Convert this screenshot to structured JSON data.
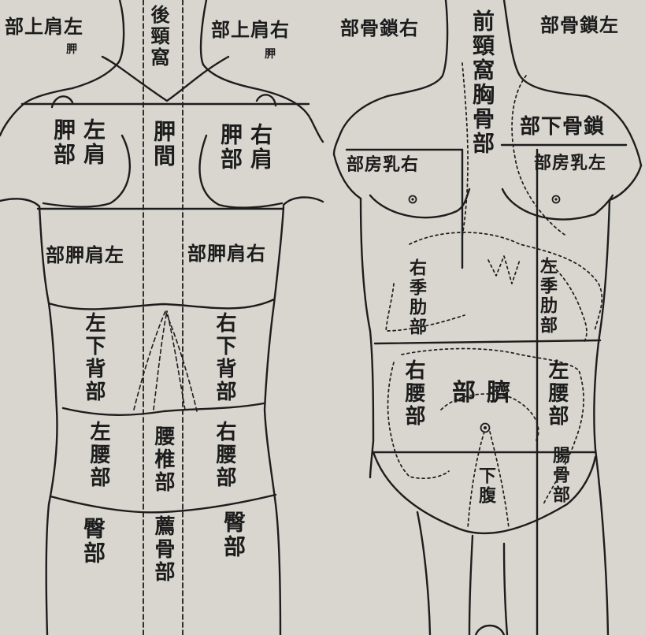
{
  "back_view": {
    "left_upper_shoulder": "部上肩左",
    "left_upper_shoulder_sub": "胛",
    "posterior_neck_fossa": "後頸窩",
    "right_upper_shoulder": "部上肩右",
    "right_upper_shoulder_sub": "胛",
    "left_scapular_col1": "胛部",
    "left_scapular_col2": "左肩",
    "interscapular": "胛間",
    "right_scapular_col1": "胛部",
    "right_scapular_col2": "右肩",
    "left_subscapular": "部胛肩左",
    "right_subscapular": "部胛肩右",
    "left_lower_back": "左下背部",
    "right_lower_back": "右下背部",
    "left_lumbar": "左腰部",
    "lumbar_vertebra": "腰椎部",
    "right_lumbar": "右腰部",
    "left_gluteal": "臀部",
    "sacral": "薦骨部",
    "right_gluteal": "臀部"
  },
  "front_view": {
    "right_clavicular": "部骨鎖右",
    "anterior_neck_sternal": "前頸窩胸骨部",
    "left_clavicular": "部骨鎖左",
    "infraclavicular": "部下骨鎖",
    "right_mammary": "部房乳右",
    "left_mammary": "部房乳左",
    "right_hypochondriac": "右季肋部",
    "left_hypochondriac": "左季肋部",
    "right_lumbar": "右腰部",
    "umbilical": "部臍",
    "left_lumbar": "左腰部",
    "hypogastric": "下腹",
    "iliac": "腸骨部"
  }
}
